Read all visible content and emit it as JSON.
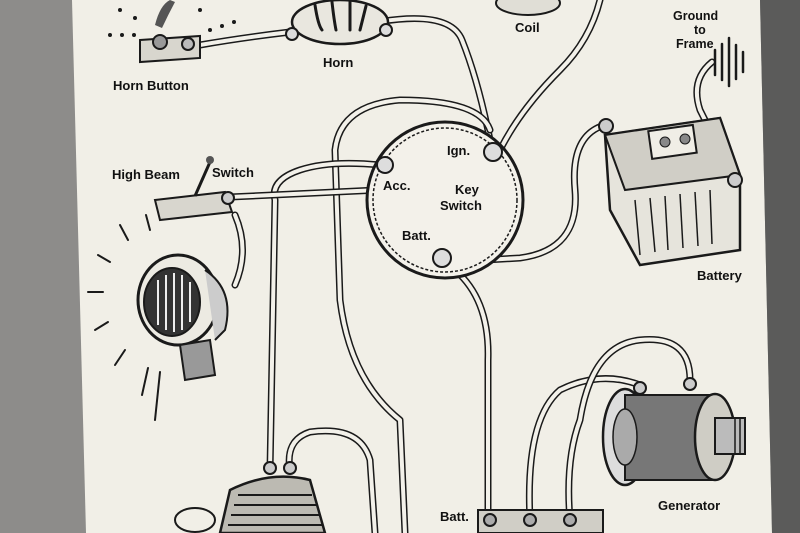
{
  "diagram": {
    "labels": {
      "horn_button": "Horn Button",
      "horn": "Horn",
      "coil": "Coil",
      "ground_to": "Ground",
      "ground_to2": "to",
      "ground_frame": "Frame",
      "ign": "Ign.",
      "key_switch_1": "Key",
      "key_switch_2": "Switch",
      "acc": "Acc.",
      "batt_switch": "Batt.",
      "high_beam_switch": "High Beam",
      "high_beam_switch2": "Switch",
      "battery": "Battery",
      "generator": "Generator",
      "batt_bottom": "Batt."
    }
  },
  "colors": {
    "paper": "#f3f1ea",
    "ink": "#1a1a1a",
    "background": "#8a8a88"
  }
}
